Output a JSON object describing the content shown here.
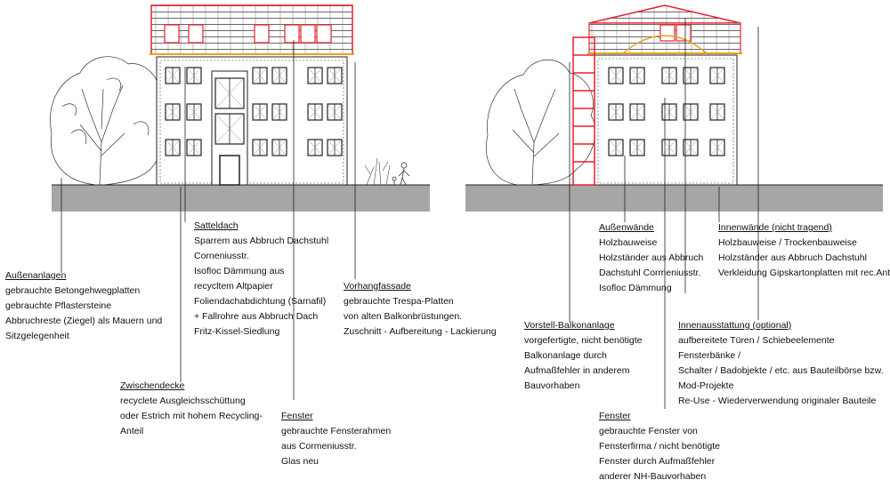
{
  "annotations": {
    "aussenanlagen": {
      "title": "Außenanlagen",
      "lines": [
        "gebrauchte Betongehwegplatten",
        "gebrauchte Pflastersteine",
        "Abbruchreste (Ziegel) als Mauern und",
        "Sitzgelegenheit"
      ]
    },
    "satteldach": {
      "title": "Satteldach",
      "lines": [
        "Sparrem aus Abbruch Dachstuhl",
        "Corneniusstr.",
        "Isofloc Dämmung aus",
        "recycltem Altpapier",
        "Foliendachabdichtung (Sarnafil)",
        "+ Fallrohre aus Abbruch Dach",
        "Fritz-Kissel-Siedlung"
      ]
    },
    "vorhangfassade": {
      "title": "Vorhangfassade",
      "lines": [
        "gebrauchte Trespa-Platten",
        "von alten Balkonbrüstungen.",
        "Zuschnitt - Aufbereitung - Lackierung"
      ]
    },
    "zwischendecke": {
      "title": "Zwischendecke",
      "lines": [
        "recyclete Ausgleichsschüttung",
        "oder Estrich mit hohem Recycling-",
        "Anteil"
      ]
    },
    "fenster_left": {
      "title": "Fenster",
      "lines": [
        "gebrauchte Fensterahmen",
        "aus Cormeniusstr.",
        "Glas neu"
      ]
    },
    "aussenwaende": {
      "title": "Außenwände",
      "lines": [
        "Holzbauweise",
        "Holzständer aus Abbruch",
        "Dachstuhl Cormeniusstr.",
        "Isofloc Dämmung"
      ]
    },
    "innenwaende": {
      "title": "Innenwände (nicht tragend)",
      "lines": [
        "Holzbauweise / Trockenbauweise",
        "Holzständer aus Abbruch Dachstuhl",
        "Verkleidung Gipskartonplatten mit rec.Anteil"
      ]
    },
    "balkonanlage": {
      "title": "Vorstell-Balkonanlage",
      "lines": [
        "vorgefertigte, nicht benötigte",
        "Balkonanlage  durch",
        "Aufmaßfehler in anderem",
        "Bauvorhaben"
      ]
    },
    "innenausstattung": {
      "title": "Innenausstattung (optional)",
      "lines": [
        "aufbereitete Türen / Schiebeelemente",
        "Fensterbänke /",
        "Schalter / Badobjekte / etc. aus Bauteilbörse bzw.",
        "Mod-Projekte",
        "Re-Use - Wiederverwendung originaler Bauteile"
      ]
    },
    "fenster_right": {
      "title": "Fenster",
      "lines": [
        "gebrauchte Fenster von",
        "Fensterfirma / nicht benötigte",
        "Fenster durch Aufmaßfehler",
        "anderer NH-Bauvorhaben"
      ]
    }
  },
  "colors": {
    "line": "#222222",
    "ground": "#a6a6a6",
    "highlight": "#e8202a"
  }
}
